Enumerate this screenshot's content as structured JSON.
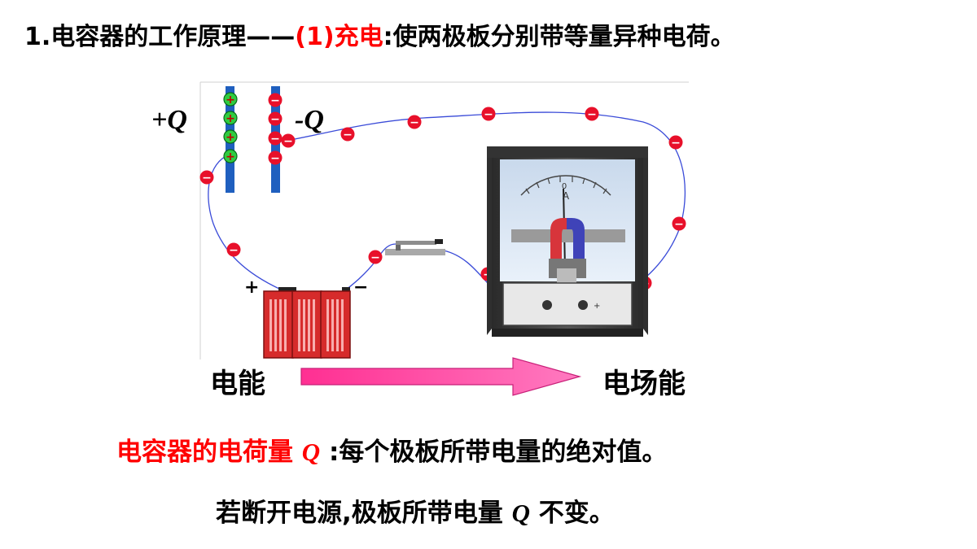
{
  "title": {
    "prefix": "1.电容器的工作原理——",
    "highlight": "(1)充电",
    "suffix": ":使两极板分别带等量异种电荷。"
  },
  "diagram": {
    "plus_plate_label": "+Q",
    "minus_plate_label": "-Q",
    "battery_plus": "+",
    "battery_minus": "−",
    "plus_sign": "+",
    "minus_sign": "−",
    "meter_unit": "A",
    "meter_zero": "0",
    "colors": {
      "plate": "#1f5fbf",
      "positive_charge": "#2ecc40",
      "negative_charge": "#e8102a",
      "battery": "#d62b2b",
      "wire": "#3a4bd8",
      "arrow": "#ff3fa0"
    }
  },
  "energy": {
    "from": "电能",
    "to": "电场能"
  },
  "charge_def": {
    "term": "电容器的电荷量",
    "symbol": "Q",
    "definition": ":每个极板所带电量的绝对值。"
  },
  "disconnect": {
    "prefix": "若断开电源,极板所带电量",
    "symbol": "Q",
    "suffix": "不变。"
  }
}
